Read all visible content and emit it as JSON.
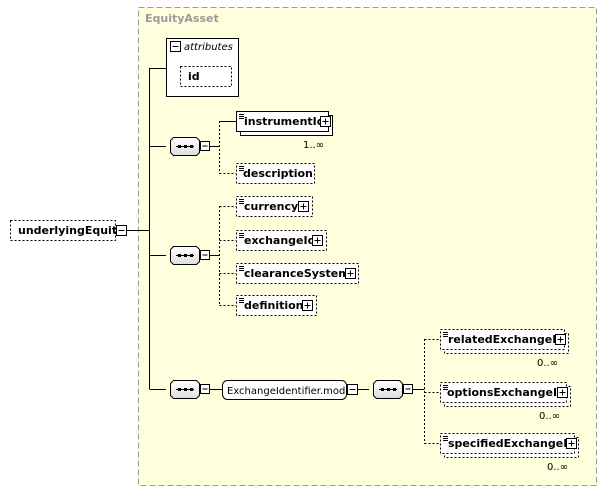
{
  "diagram": {
    "group_title": "EquityAsset",
    "root": "underlyingEquity",
    "attributes": {
      "title": "attributes",
      "items": [
        "id"
      ]
    },
    "sequence1": {
      "instrument_id": "instrumentId",
      "instrument_id_card": "1..∞",
      "description": "description"
    },
    "sequence2": {
      "items": [
        "currency",
        "exchangeId",
        "clearanceSystem",
        "definition"
      ]
    },
    "group_ref": "ExchangeIdentifier.model",
    "sequence3": {
      "items": [
        {
          "name": "relatedExchangeId",
          "card": "0..∞"
        },
        {
          "name": "optionsExchangeId",
          "card": "0..∞"
        },
        {
          "name": "specifiedExchangeId",
          "card": "0..∞"
        }
      ]
    }
  },
  "colors": {
    "group_fill": "#ffffdd",
    "group_border": "#9a9a9a",
    "line": "#000000"
  }
}
